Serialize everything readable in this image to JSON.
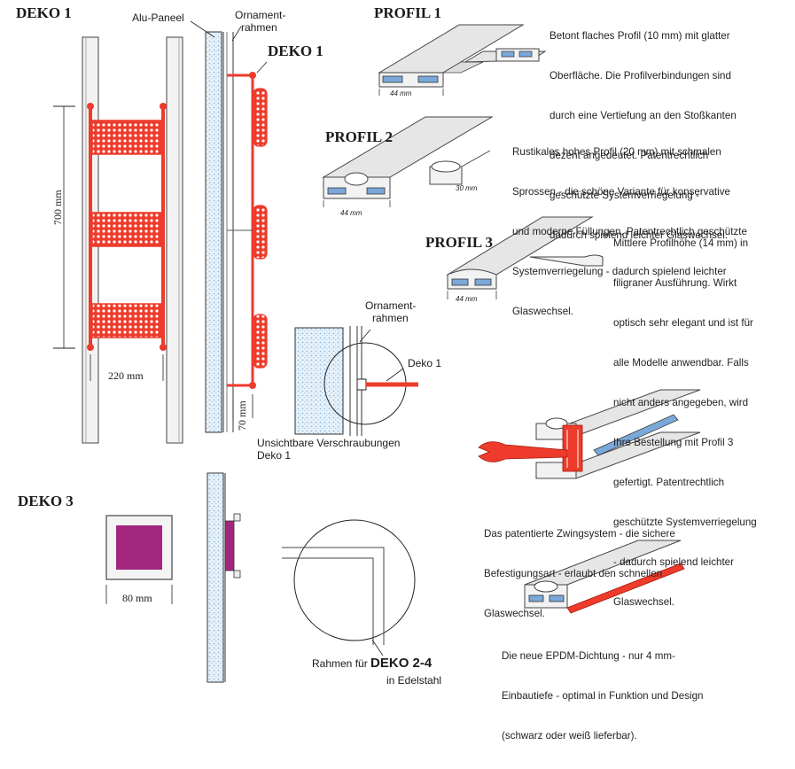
{
  "headings": {
    "deko1_left": "DEKO 1",
    "deko1_red": "DEKO 1",
    "deko3": "DEKO 3",
    "profil1": "PROFIL 1",
    "profil2": "PROFIL 2",
    "profil3": "PROFIL 3"
  },
  "labels": {
    "alu_paneel": "Alu-Paneel",
    "ornament_rahmen_top": [
      "Ornament-",
      "rahmen"
    ],
    "ornament_rahmen_detail": [
      "Ornament-",
      "rahmen"
    ],
    "deko1_arrow": "Deko 1",
    "unsichtbare": [
      "Unsichtbare Verschraubungen",
      "Deko 1"
    ],
    "rahmen_fuer_prefix": "Rahmen für",
    "rahmen_fuer_bold": "DEKO 2-4",
    "in_edelstahl": "in Edelstahl"
  },
  "dimensions": {
    "height_700": "700 mm",
    "width_220": "220 mm",
    "depth_70": "70 mm",
    "deko3_80": "80 mm",
    "profil1_44": "44 mm",
    "profil2_44": "44 mm",
    "profil2_30": "30 mm",
    "profil3_44": "44 mm"
  },
  "descriptions": {
    "profil1": [
      "Betont flaches Profil (10 mm) mit glatter",
      "Oberfläche. Die Profilverbindungen sind",
      "durch eine Vertiefung an den Stoßkanten",
      "dezent angedeutet. Patentrechtlich",
      "geschützte Systemverriegelung -",
      "dadurch spielend leichter Glaswechsel."
    ],
    "profil2": [
      "Rustikales hohes Profil (20 mm) mit schmalen",
      "Sprossen - die schöne Variante für konservative",
      "und moderne Füllungen. Patentrechtlich geschützte",
      "Systemverriegelung - dadurch spielend leichter",
      "Glaswechsel."
    ],
    "profil3": [
      "Mittlere Profilhöhe (14 mm) in",
      "filigraner Ausführung. Wirkt",
      "optisch sehr elegant und ist für",
      "alle Modelle anwendbar. Falls",
      "nicht anders angegeben, wird",
      "Ihre Bestellung mit Profil 3",
      "gefertigt. Patentrechtlich",
      "geschützte Systemverriegelung",
      "- dadurch spielend leichter",
      "Glaswechsel."
    ],
    "zwing": [
      "Das patentierte Zwingsystem - die sichere",
      "Befestigungsart - erlaubt den schnellen",
      "Glaswechsel."
    ],
    "epdm": [
      "Die neue EPDM-Dichtung - nur 4 mm-",
      "Einbautiefe - optimal in Funktion und Design",
      "(schwarz oder weiß lieferbar)."
    ]
  },
  "colors": {
    "red_deko": "#ee3b2b",
    "panel_blue": "#cfe3f1",
    "magenta_glass": "#a3277f",
    "profile_gray": "#d9d9d9",
    "line": "#222222"
  }
}
